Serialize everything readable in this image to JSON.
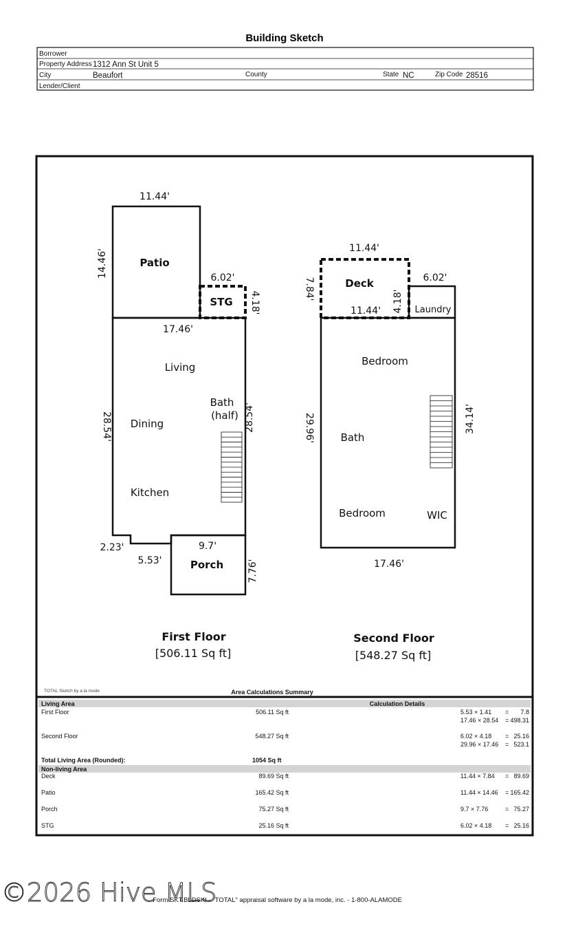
{
  "title": "Building Sketch",
  "header": {
    "borrower_label": "Borrower",
    "address_label": "Property Address",
    "address": "1312 Ann St Unit 5",
    "city_label": "City",
    "city": "Beaufort",
    "county_label": "County",
    "state_label": "State",
    "state": "NC",
    "zip_label": "Zip Code",
    "zip": "28516",
    "lender_label": "Lender/Client"
  },
  "first_floor": {
    "title": "First Floor",
    "area": "[506.11 Sq ft]",
    "rooms": {
      "patio": "Patio",
      "stg": "STG",
      "living": "Living",
      "bath1": "Bath",
      "bath2": "(half)",
      "dining": "Dining",
      "kitchen": "Kitchen",
      "porch": "Porch"
    },
    "dims": {
      "patio_w": "11.44'",
      "patio_h": "14.46'",
      "stg_w": "6.02'",
      "stg_h": "4.18'",
      "main_w": "17.46'",
      "main_left": "28.54'",
      "main_right": "28.54'",
      "notch_h": "2.23'",
      "notch_w": "5.53'",
      "porch_w": "9.7'",
      "porch_h": "7.76'"
    }
  },
  "second_floor": {
    "title": "Second Floor",
    "area": "[548.27 Sq ft]",
    "rooms": {
      "deck": "Deck",
      "laundry": "Laundry",
      "bedroom1": "Bedroom",
      "bath": "Bath",
      "bedroom2": "Bedroom",
      "wic": "WIC"
    },
    "dims": {
      "deck_top": "11.44'",
      "deck_left": "7.84'",
      "deck_bottom": "11.44'",
      "deck_right": "4.18'",
      "laundry_w": "6.02'",
      "main_left": "29.96'",
      "main_right": "34.14'",
      "main_bottom": "17.46'"
    }
  },
  "summary": {
    "credit": "TOTAL Sketch by a la mode",
    "title": "Area Calculations Summary",
    "living_header": "Living Area",
    "calc_header": "Calculation Details",
    "living": [
      {
        "name": "First Floor",
        "area": "506.11 Sq ft",
        "calcs": [
          {
            "expr": "5.53 × 1.41",
            "eq": "=",
            "result": "7.8"
          },
          {
            "expr": "17.46 × 28.54",
            "eq": "=",
            "result": "498.31"
          }
        ]
      },
      {
        "name": "Second Floor",
        "area": "548.27 Sq ft",
        "calcs": [
          {
            "expr": "6.02 × 4.18",
            "eq": "=",
            "result": "25.16"
          },
          {
            "expr": "29.96 × 17.46",
            "eq": "=",
            "result": "523.1"
          }
        ]
      }
    ],
    "total_label": "Total Living Area (Rounded):",
    "total_value": "1054 Sq ft",
    "nonliving_header": "Non-living Area",
    "nonliving": [
      {
        "name": "Deck",
        "area": "89.69 Sq ft",
        "expr": "11.44 × 7.84",
        "eq": "=",
        "result": "89.69"
      },
      {
        "name": "Patio",
        "area": "165.42 Sq ft",
        "expr": "11.44 × 14.46",
        "eq": "=",
        "result": "165.42"
      },
      {
        "name": "Porch",
        "area": "75.27 Sq ft",
        "expr": "9.7 × 7.76",
        "eq": "=",
        "result": "75.27"
      },
      {
        "name": "STG",
        "area": "25.16 Sq ft",
        "expr": "6.02 × 4.18",
        "eq": "=",
        "result": "25.16"
      }
    ]
  },
  "footer": "Form SKT.BLDSKI - \"TOTAL\" appraisal software by a la mode, inc. - 1-800-ALAMODE",
  "watermark": "©2026 Hive MLS"
}
